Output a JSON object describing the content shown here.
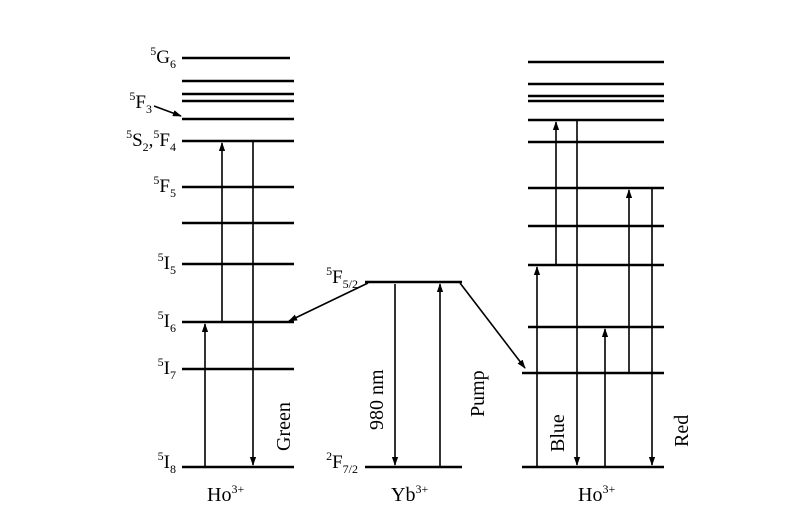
{
  "left": {
    "levels": {
      "G6": {
        "sup": "5",
        "base": "G",
        "sub": "6"
      },
      "F3": {
        "sup": "5",
        "base": "F",
        "sub": "3"
      },
      "S2F4": {
        "sup1": "5",
        "base1": "S",
        "sub1": "2",
        "sep": ",",
        "sup2": "5",
        "base2": "F",
        "sub2": "4"
      },
      "F5": {
        "sup": "5",
        "base": "F",
        "sub": "5"
      },
      "I5": {
        "sup": "5",
        "base": "I",
        "sub": "5"
      },
      "I6": {
        "sup": "5",
        "base": "I",
        "sub": "6"
      },
      "I7": {
        "sup": "5",
        "base": "I",
        "sub": "7"
      },
      "I8": {
        "sup": "5",
        "base": "I",
        "sub": "8"
      }
    },
    "arrow_label": "Green",
    "ion": {
      "base": "Ho",
      "sup": "3+"
    }
  },
  "middle": {
    "levels": {
      "F52": {
        "sup": "5",
        "base": "F",
        "sub": "5/2"
      },
      "F72": {
        "sup": "2",
        "base": "F",
        "sub": "7/2"
      }
    },
    "excitation_label": "980 nm",
    "pump_label": "Pump",
    "ion": {
      "base": "Yb",
      "sup": "3+"
    }
  },
  "right": {
    "blue_label": "Blue",
    "red_label": "Red",
    "ion": {
      "base": "Ho",
      "sup": "3+"
    }
  }
}
